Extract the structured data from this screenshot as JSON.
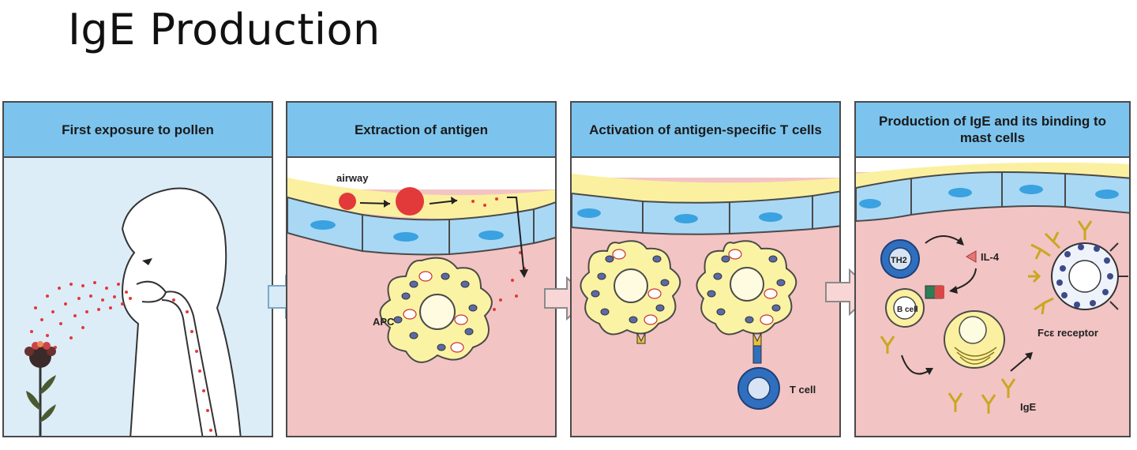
{
  "title": "IgE Production",
  "panels": [
    {
      "header": "First exposure to pollen"
    },
    {
      "header": "Extraction of antigen",
      "labels": {
        "airway": "airway",
        "apc": "APC"
      }
    },
    {
      "header": "Activation of antigen-specific T cells",
      "labels": {
        "tcell": "T cell"
      }
    },
    {
      "header": "Production of IgE and its binding to mast cells",
      "labels": {
        "il4": "IL-4",
        "bcell": "B cell",
        "th2": "TH2",
        "ige": "IgE",
        "receptor": "Fcε receptor"
      }
    }
  ],
  "colors": {
    "header": "#7cc4ee",
    "tissue": "#f3c4c4",
    "mucus": "#fbf0a0",
    "epithelium": "#a9d8f5",
    "nucleus": "#3aa2e0",
    "apc": "#fbf3a4",
    "pollen": "#e23a3a",
    "tcell": "#2f6fbe"
  }
}
